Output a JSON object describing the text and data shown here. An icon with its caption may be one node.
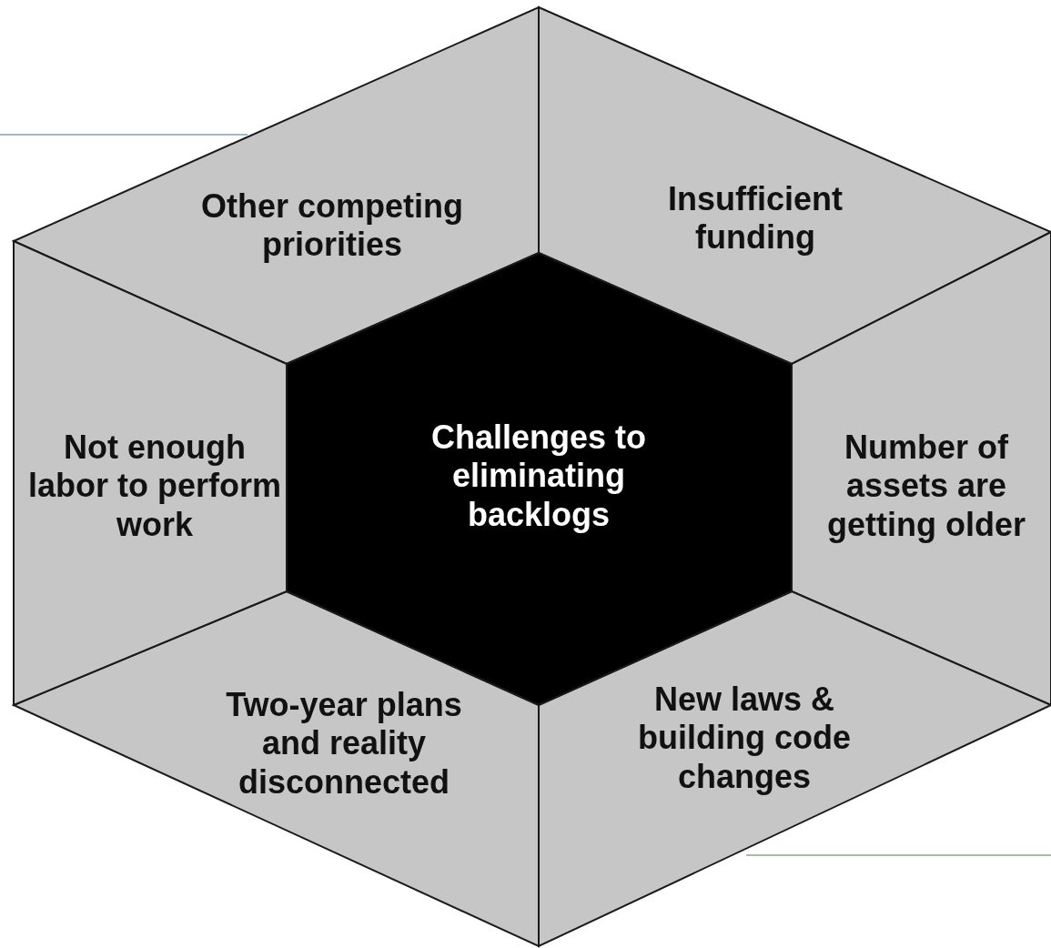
{
  "diagram": {
    "nodes": [
      {
        "text": [
          "Challenges to eliminating backlogs"
        ]
      },
      {
        "text": [
          "Other competing priorities"
        ]
      },
      {
        "text": [
          "Insufficient funding"
        ]
      },
      {
        "text": [
          "Number of assets are getting older"
        ]
      },
      {
        "text": [
          "New laws & building code changes"
        ]
      },
      {
        "text": [
          "Two-year plans and reality disconnected"
        ]
      },
      {
        "text": [
          "Not enough labor to perform work"
        ]
      }
    ]
  }
}
